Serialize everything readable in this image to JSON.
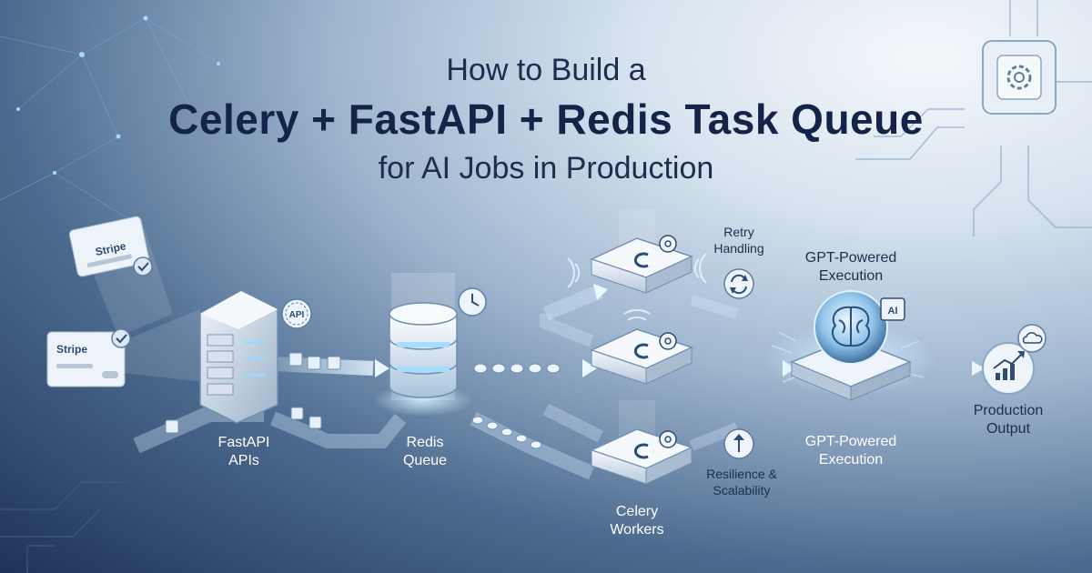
{
  "title": {
    "line1": "How to Build a",
    "line2": "Celery + FastAPI + Redis Task Queue",
    "line3": "for AI Jobs in Production"
  },
  "cards": [
    {
      "brand": "Stripe"
    },
    {
      "brand": "Stripe"
    }
  ],
  "badges": {
    "api": "API",
    "ai": "AI"
  },
  "nodes": {
    "fastapi": {
      "line1": "FastAPI",
      "line2": "APIs"
    },
    "redis": {
      "line1": "Redis",
      "line2": "Queue"
    },
    "workers": {
      "line1": "Celery",
      "line2": "Workers"
    },
    "retry": {
      "line1": "Retry",
      "line2": "Handling"
    },
    "resilience": {
      "line1": "Resilience &",
      "line2": "Scalability"
    },
    "gpt_top": {
      "line1": "GPT-Powered",
      "line2": "Execution"
    },
    "gpt_bottom": {
      "line1": "GPT-Powered",
      "line2": "Execution"
    },
    "output": {
      "line1": "Production",
      "line2": "Output"
    }
  },
  "icons": {
    "card_check": "check-icon",
    "api_badge": "api-icon",
    "redis_clock": "clock-icon",
    "worker_gear": "gear-icon",
    "retry": "refresh-icon",
    "resilience": "arrow-up-icon",
    "brain": "brain-icon",
    "output_chart": "chart-up-icon",
    "cloud": "cloud-icon",
    "chip_gear": "gear-icon"
  },
  "colors": {
    "title": "#1d2d4d",
    "glow": "#bfe6ff",
    "node_face": "#e9f0f7",
    "dark_bg": "#1e3357"
  }
}
